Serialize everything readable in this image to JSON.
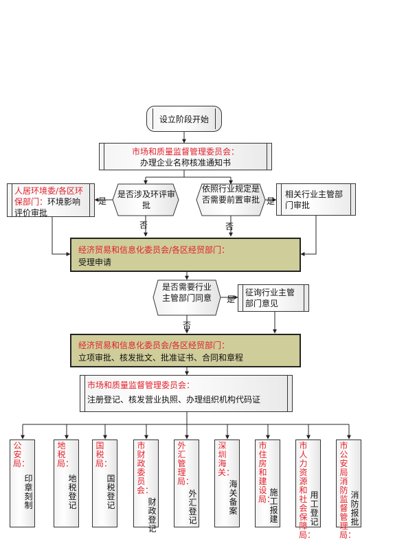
{
  "start": "设立阶段开始",
  "step1": {
    "dept": "市场和质量监督管理委员会：",
    "task": "办理企业名称核准通知书"
  },
  "decision_env": "是否涉及环评审批",
  "env_dept": {
    "dept": "人居环境委/各区环保部门：",
    "task": "环境影响评价审批"
  },
  "decision_industry": "依照行业规定是否需要前置审批",
  "industry_dept": "相关行业主管部门审批",
  "step2": {
    "dept": "经济贸易和信息化委员会/各区经贸部门：",
    "task": "受理申请"
  },
  "decision_consent": "是否需要行业主管部门同意",
  "consult": "征询行业主管部门意见",
  "step3": {
    "dept": "经济贸易和信息化委员会/各区经贸部门：",
    "task": "立项审批、核发批文、批准证书、合同和章程"
  },
  "step4": {
    "dept": "市场和质量监督管理委员会：",
    "task": "注册登记、核发营业执照、办理组织机构代码证"
  },
  "yes": "是",
  "no": "否",
  "final_boxes": [
    {
      "dept": "公安局：",
      "task": "印章刻制"
    },
    {
      "dept": "地税局：",
      "task": "地税登记"
    },
    {
      "dept": "国税局：",
      "task": "国税登记"
    },
    {
      "dept": "市财政委员会：",
      "task": "财政登记"
    },
    {
      "dept": "外汇管理局：",
      "task": "外汇登记"
    },
    {
      "dept": "深圳海关：",
      "task": "海关备案"
    },
    {
      "dept": "市住房和建设局：",
      "task": "施工报建"
    },
    {
      "dept": "市人力资源和社会保障局：",
      "task": "用工登记"
    },
    {
      "dept": "市公安局消防监督管理局：",
      "task": "消防报批"
    }
  ]
}
